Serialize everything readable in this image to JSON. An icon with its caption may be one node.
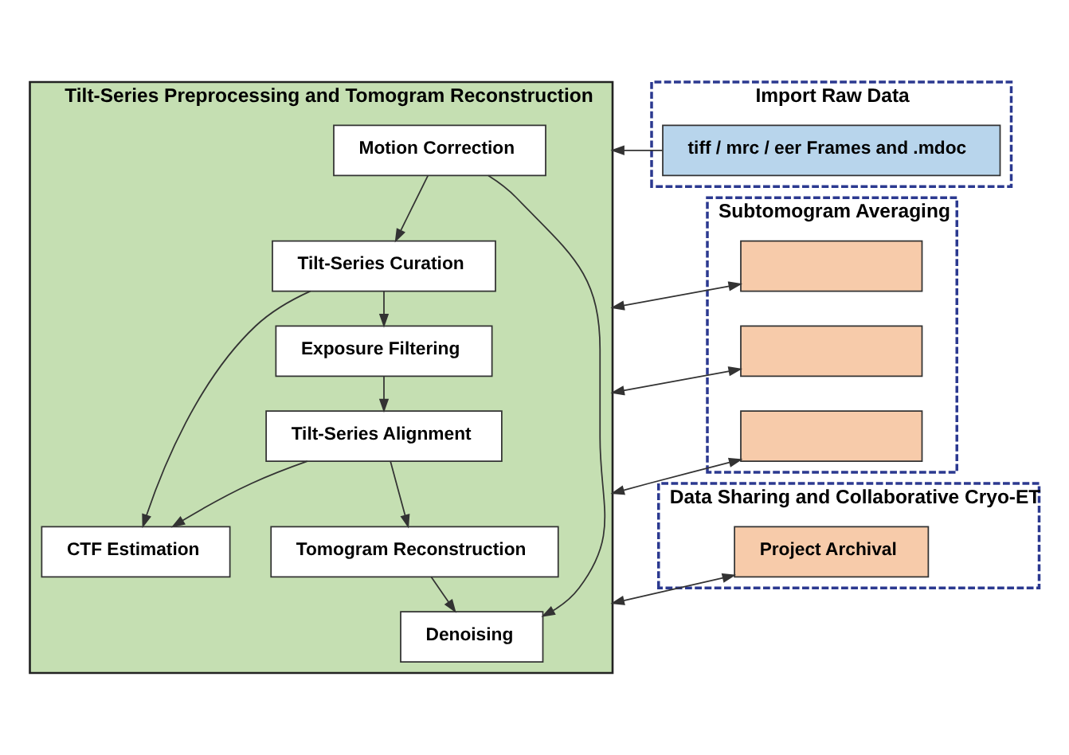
{
  "diagram": {
    "nodes": [
      {
        "text": [
          "Tilt-Series Preprocessing and Tomogram Reconstruction"
        ]
      },
      {
        "text": [
          "Motion Correction"
        ],
        "in": 0
      },
      {
        "text": [
          "Tilt-Series Curation"
        ],
        "in": 0
      },
      {
        "text": [
          "Exposure Filtering"
        ],
        "in": 0
      },
      {
        "text": [
          "CTF Estimation"
        ],
        "in": 0
      },
      {
        "text": [
          "Tilt-Series Alignment"
        ],
        "in": 0
      },
      {
        "text": [
          "Tomogram Reconstruction"
        ],
        "in": 0
      },
      {
        "text": [
          "Denoising"
        ],
        "in": 0
      },
      {
        "text": [
          "Import Raw Data"
        ]
      },
      {
        "text": [
          "tiff / mrc / eer Frames and .mdoc"
        ],
        "in": 8
      },
      {
        "text": [
          "Subtomogram Averaging"
        ]
      },
      {
        "text": [],
        "shape": "box",
        "in": 10
      },
      {
        "text": [],
        "shape": "box",
        "in": 10
      },
      {
        "text": [],
        "shape": "box",
        "in": 10
      },
      {
        "text": [
          "Data Sharing and Collaborative Cryo-ET"
        ]
      },
      {
        "text": [
          "Project Archival"
        ],
        "in": 14
      }
    ],
    "edges": [
      {
        "from": 1,
        "to": 2,
        "arrow": "to"
      },
      {
        "from": 2,
        "to": 3,
        "arrow": "to"
      },
      {
        "from": 3,
        "to": 5,
        "arrow": "to"
      },
      {
        "from": 5,
        "to": 4,
        "arrow": "to"
      },
      {
        "from": 2,
        "to": 4,
        "arrow": "to"
      },
      {
        "from": 5,
        "to": 6,
        "arrow": "to"
      },
      {
        "from": 1,
        "to": 7,
        "arrow": "to"
      },
      {
        "from": 6,
        "to": 7,
        "arrow": "to"
      },
      {
        "from": 9,
        "to": 0,
        "arrow": "to"
      },
      {
        "from": 0,
        "to": 11,
        "arrow": "both"
      },
      {
        "from": 0,
        "to": 12,
        "arrow": "both"
      },
      {
        "from": 0,
        "to": 13,
        "arrow": "both"
      },
      {
        "from": 0,
        "to": 15,
        "arrow": "both"
      }
    ]
  }
}
